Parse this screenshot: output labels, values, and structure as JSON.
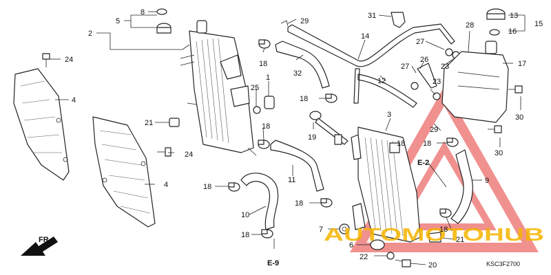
{
  "diagram_code": "KSC3F2700",
  "direction_label": "FR.",
  "refs": {
    "e2": "E-2",
    "e9": "E-9"
  },
  "watermark": {
    "text": "AUTOMOTOHUB",
    "color": "#e53935",
    "accent": "#f5b400"
  },
  "labels": {
    "p1": "1",
    "p2": "2",
    "p3": "3",
    "p4a": "4",
    "p4b": "4",
    "p5": "5",
    "p6": "6",
    "p7": "7",
    "p8": "8",
    "p9": "9",
    "p10": "10",
    "p11": "11",
    "p12": "12",
    "p13": "13",
    "p14": "14",
    "p15": "15",
    "p16": "16",
    "p17": "17",
    "p18a": "18",
    "p18b": "18",
    "p18c": "18",
    "p18d": "18",
    "p18e": "18",
    "p18f": "18",
    "p18g": "18",
    "p18h": "18",
    "p18i": "18",
    "p19": "19",
    "p20": "20",
    "p21a": "21",
    "p21b": "21",
    "p22": "22",
    "p23a": "23",
    "p23b": "23",
    "p24a": "24",
    "p24b": "24",
    "p25": "25",
    "p26": "26",
    "p27a": "27",
    "p27b": "27",
    "p28": "28",
    "p29a": "29",
    "p29b": "29",
    "p30a": "30",
    "p30b": "30",
    "p31": "31",
    "p32": "32"
  }
}
